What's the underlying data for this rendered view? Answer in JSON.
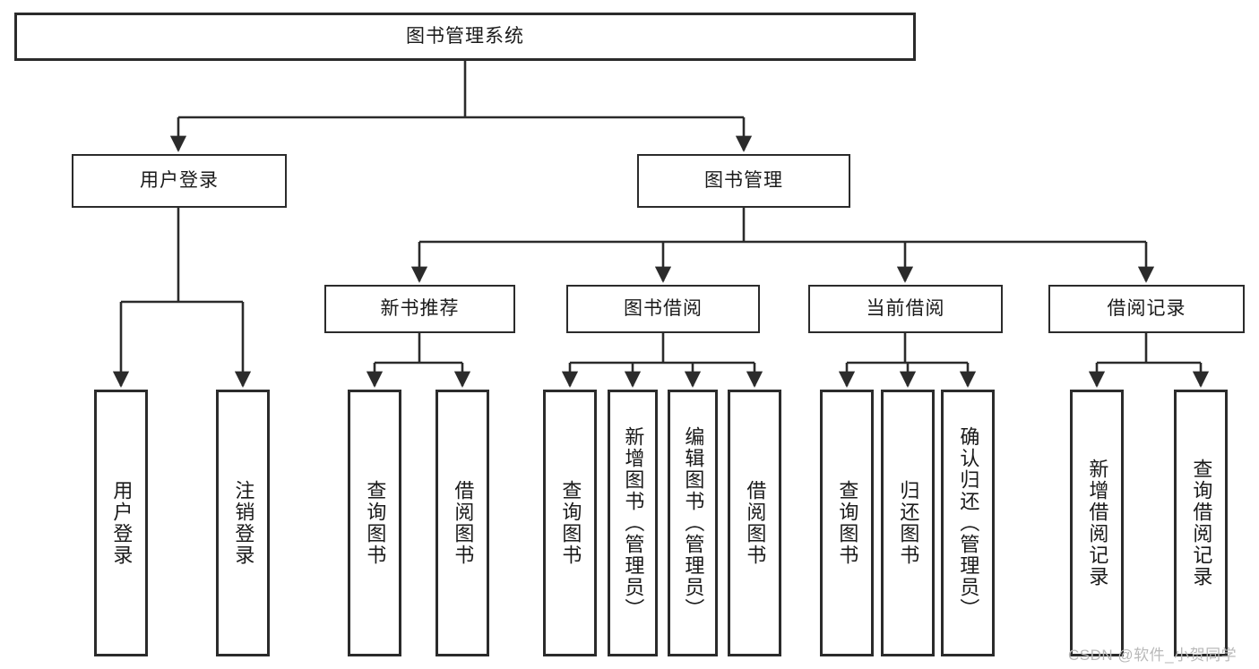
{
  "diagram": {
    "title": "图书管理系统",
    "type": "tree-hierarchy-chart",
    "colors": {
      "stroke": "#2b2b2b",
      "fill": "#ffffff",
      "text": "#1a1a1a",
      "watermark": "#b9b9b9"
    },
    "root": {
      "label": "图书管理系统"
    },
    "level1": [
      {
        "label": "用户登录"
      },
      {
        "label": "图书管理"
      }
    ],
    "level2": [
      {
        "label": "新书推荐"
      },
      {
        "label": "图书借阅"
      },
      {
        "label": "当前借阅"
      },
      {
        "label": "借阅记录"
      }
    ],
    "leaves": {
      "user_login": [
        {
          "label": "用户登录"
        },
        {
          "label": "注销登录"
        }
      ],
      "new_book_recommend": [
        {
          "label": "查询图书"
        },
        {
          "label": "借阅图书"
        }
      ],
      "book_borrow": [
        {
          "label": "查询图书"
        },
        {
          "label": "新增图书（管理员）"
        },
        {
          "label": "编辑图书（管理员）"
        },
        {
          "label": "借阅图书"
        }
      ],
      "current_borrow": [
        {
          "label": "查询图书"
        },
        {
          "label": "归还图书"
        },
        {
          "label": "确认归还（管理员）"
        }
      ],
      "borrow_record": [
        {
          "label": "新增借阅记录"
        },
        {
          "label": "查询借阅记录"
        }
      ]
    },
    "watermark": "CSDN @软件_小贺同学"
  }
}
